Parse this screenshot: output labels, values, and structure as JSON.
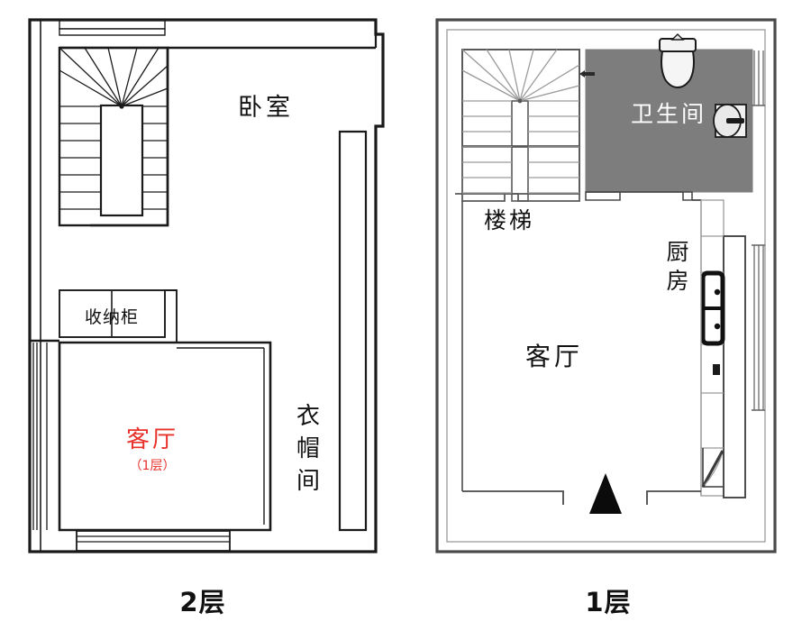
{
  "figure": {
    "type": "floor-plan-pair",
    "background_color": "#ffffff",
    "line_color": "#1a1a1a",
    "accent_color": "#e8312a",
    "bathroom_fill": "#7d7d7d"
  },
  "floor2": {
    "caption": "2层",
    "rooms": [
      {
        "key": "bedroom",
        "label": "卧室",
        "color": "#111111"
      },
      {
        "key": "cabinet",
        "label": "收纳柜",
        "color": "#111111"
      },
      {
        "key": "living",
        "label": "客厅",
        "color": "#e8312a"
      },
      {
        "key": "living_sub",
        "label": "（1层）",
        "color": "#e8312a"
      },
      {
        "key": "cloakroom",
        "label": "衣帽间",
        "color": "#111111"
      }
    ],
    "bedroom_label": "卧室",
    "cabinet_label": "收纳柜",
    "living_label": "客厅",
    "living_sublabel": "（1层）",
    "cloakroom_label_chars": [
      "衣",
      "帽",
      "间"
    ]
  },
  "floor1": {
    "caption": "1层",
    "rooms": [
      {
        "key": "bathroom",
        "label": "卫生间",
        "color": "#ffffff"
      },
      {
        "key": "stairs",
        "label": "楼梯",
        "color": "#111111"
      },
      {
        "key": "living",
        "label": "客厅",
        "color": "#111111"
      },
      {
        "key": "kitchen",
        "label": "厨房",
        "color": "#111111"
      }
    ],
    "bathroom_label": "卫生间",
    "stairs_label": "楼梯",
    "living_label": "客厅",
    "kitchen_label_chars": [
      "厨",
      "房"
    ],
    "entrance_marker": "▲"
  }
}
